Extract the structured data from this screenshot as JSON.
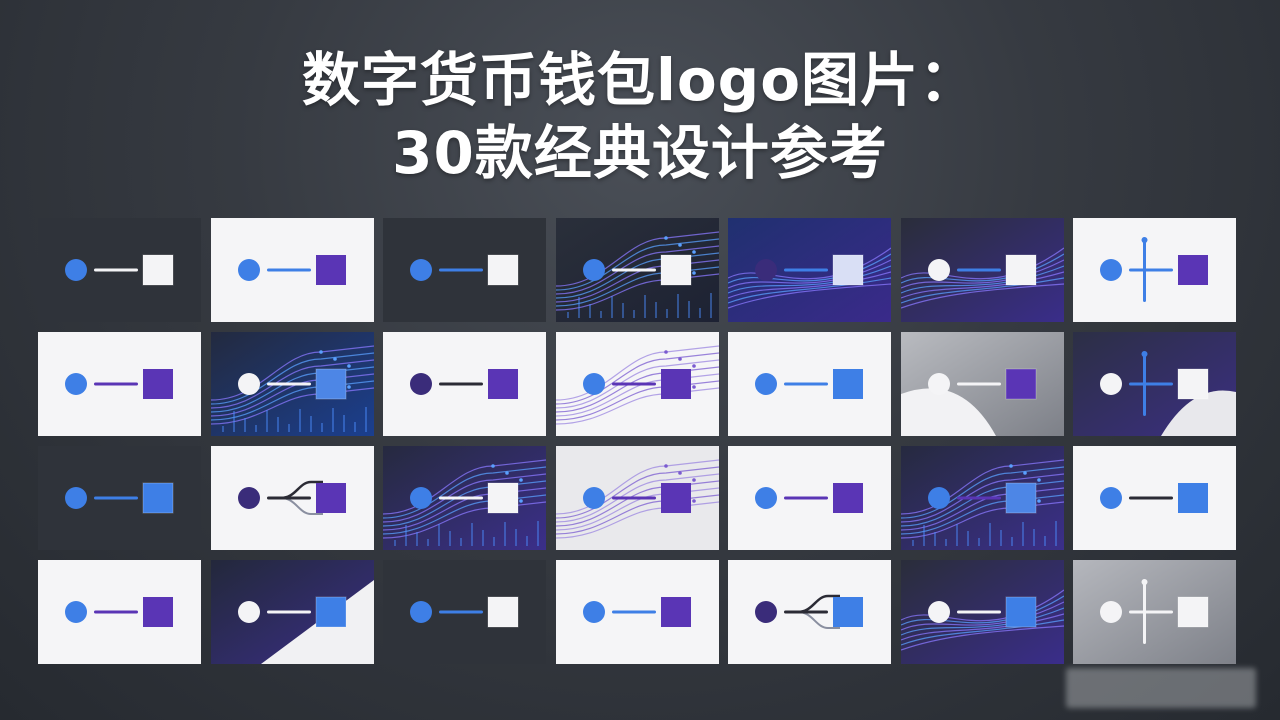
{
  "title": {
    "line1": "数字货币钱包logo图片：",
    "line2": "30款经典设计参考"
  },
  "cards": [
    {
      "bg": "dark",
      "circle": "blue",
      "line": "white",
      "square": "white",
      "deco": "none"
    },
    {
      "bg": "light",
      "circle": "blue",
      "line": "blue",
      "square": "purple",
      "deco": "none"
    },
    {
      "bg": "dark",
      "circle": "blue",
      "line": "blue",
      "square": "white",
      "deco": "none"
    },
    {
      "bg": "circuit-dark",
      "circle": "blue",
      "line": "white",
      "square": "white",
      "deco": "circuit"
    },
    {
      "bg": "wave-purple",
      "circle": "navy",
      "line": "blue",
      "square": "glass",
      "deco": "waves"
    },
    {
      "bg": "dark-purple",
      "circle": "white",
      "line": "blue",
      "square": "white",
      "deco": "waves"
    },
    {
      "bg": "light",
      "circle": "blue",
      "line": "blue",
      "square": "purple",
      "deco": "cross"
    },
    {
      "bg": "light",
      "circle": "blue",
      "line": "purple",
      "square": "purple",
      "deco": "none"
    },
    {
      "bg": "circuit-blue",
      "circle": "white",
      "line": "white",
      "square": "blue-glass",
      "deco": "circuit"
    },
    {
      "bg": "light",
      "circle": "navy",
      "line": "dark",
      "square": "purple",
      "deco": "none"
    },
    {
      "bg": "light",
      "circle": "blue",
      "line": "purple",
      "square": "purple",
      "deco": "circuit-light"
    },
    {
      "bg": "light",
      "circle": "blue",
      "line": "blue",
      "square": "blue",
      "deco": "none"
    },
    {
      "bg": "gray-curve",
      "circle": "white",
      "line": "white",
      "square": "purple",
      "deco": "none"
    },
    {
      "bg": "navy-curve",
      "circle": "white",
      "line": "blue",
      "square": "white",
      "deco": "cross"
    },
    {
      "bg": "dark",
      "circle": "blue",
      "line": "blue",
      "square": "blue",
      "deco": "none"
    },
    {
      "bg": "light",
      "circle": "navy",
      "line": "dark",
      "square": "purple",
      "deco": "fork"
    },
    {
      "bg": "circuit-purple",
      "circle": "blue",
      "line": "white",
      "square": "white",
      "deco": "circuit"
    },
    {
      "bg": "light-gray",
      "circle": "blue",
      "line": "purple",
      "square": "purple",
      "deco": "circuit-light"
    },
    {
      "bg": "light",
      "circle": "blue",
      "line": "purple",
      "square": "purple",
      "deco": "none"
    },
    {
      "bg": "circuit-purple",
      "circle": "blue",
      "line": "purple",
      "square": "blue-glass",
      "deco": "circuit"
    },
    {
      "bg": "light",
      "circle": "blue",
      "line": "dark",
      "square": "blue",
      "deco": "none"
    },
    {
      "bg": "light",
      "circle": "blue",
      "line": "purple",
      "square": "purple",
      "deco": "none"
    },
    {
      "bg": "navy-diag",
      "circle": "white",
      "line": "white",
      "square": "blue",
      "deco": "none"
    },
    {
      "bg": "dark",
      "circle": "blue",
      "line": "blue",
      "square": "white",
      "deco": "none"
    },
    {
      "bg": "light",
      "circle": "blue",
      "line": "blue",
      "square": "purple",
      "deco": "none"
    },
    {
      "bg": "light",
      "circle": "navy",
      "line": "dark",
      "square": "blue",
      "deco": "fork"
    },
    {
      "bg": "dark-purple",
      "circle": "white",
      "line": "white",
      "square": "blue",
      "deco": "waves"
    },
    {
      "bg": "gray",
      "circle": "white",
      "line": "white",
      "square": "white",
      "deco": "cross"
    }
  ],
  "colors": {
    "dark": "#2f333a",
    "light": "#f3f3f5",
    "blue": "#3e7fe6",
    "purple": "#5a35b5",
    "navy": "#3a2c7a",
    "white": "#f4f4f6",
    "line_dark": "#2b2b35"
  }
}
